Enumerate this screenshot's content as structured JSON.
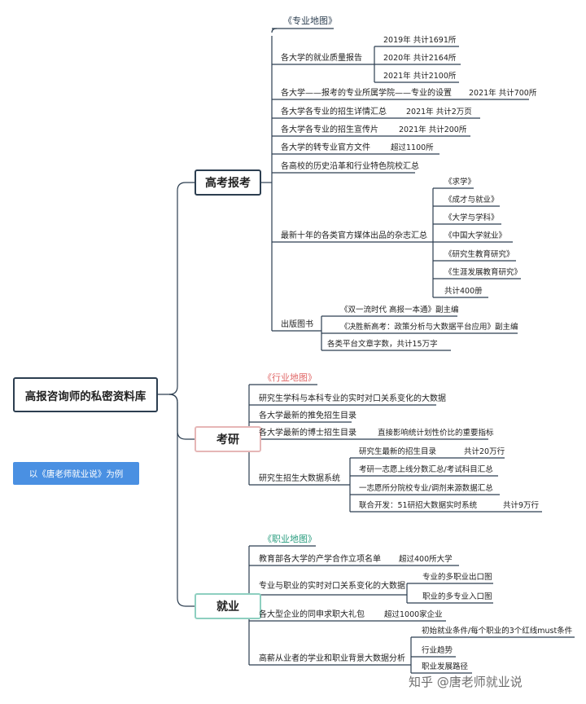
{
  "root": "高报咨询师的私密资料库",
  "note": "以《唐老师就业说》为例",
  "watermark": "知乎 @唐老师就业说",
  "colors": {
    "line": "#2c3e50",
    "gaokao": "#2c3e50",
    "kaoyan": "#e6b6b6",
    "jiuye": "#8ecfc0",
    "note_bg": "#4a90e2"
  },
  "gaokao": {
    "label": "高考报考",
    "map_title": "《专业地图》",
    "employment_report": "各大学的就业质量报告",
    "report_years": [
      "2019年 共计1691所",
      "2020年 共计2164所",
      "2021年 共计2100所"
    ],
    "college_setup": "各大学——报考的专业所属学院——专业的设置",
    "college_setup_count": "2021年 共计700所",
    "admission_details": "各大学各专业的招生详情汇总",
    "admission_details_count": "2021年 共计2万页",
    "brochure": "各大学各专业的招生宣传片",
    "brochure_count": "2021年 共计200所",
    "transfer_docs": "各大学的转专业官方文件",
    "transfer_docs_count": "超过1100所",
    "history": "各高校的历史沿革和行业特色院校汇总",
    "magazines": "最新十年的各类官方媒体出品的杂志汇总",
    "magazine_list": [
      "《求学》",
      "《成才与就业》",
      "《大学与学科》",
      "《中国大学就业》",
      "《研究生教育研究》",
      "《生涯发展教育研究》",
      "共计400册"
    ],
    "publications": "出版图书",
    "book_1": "《双一流时代 高报一本通》副主编",
    "book_2": "《决胜新高考：政策分析与大数据平台应用》副主编",
    "articles": "各类平台文章字数，共计15万字"
  },
  "kaoyan": {
    "label": "考研",
    "map_title": "《行业地图》",
    "realtime": "研究生学科与本科专业的实时对口关系变化的大数据",
    "exempt": "各大学最新的推免招生目录",
    "phd": "各大学最新的博士招生目录",
    "phd_note": "直接影响统计划性价比的重要指标",
    "bigdata": "研究生招生大数据系统",
    "bigdata_items": [
      {
        "text": "研究生最新的招生目录",
        "count": "共计20万行"
      },
      {
        "text": "考研一志愿上线分数汇总/考试科目汇总",
        "count": ""
      },
      {
        "text": "一志愿所分院校专业/调剂来源数据汇总",
        "count": ""
      },
      {
        "text": "联合开发：51研招大数据实时系统",
        "count": "共计9万行"
      }
    ]
  },
  "jiuye": {
    "label": "就业",
    "map_title": "《职业地图》",
    "coop": "教育部各大学的产学合作立项名单",
    "coop_count": "超过400所大学",
    "match": "专业与职业的实时对口关系变化的大数据",
    "match_items": [
      "专业的多职业出口图",
      "职业的多专业入口图"
    ],
    "campus": "各大型企业的同申求职大礼包",
    "campus_count": "超过1000家企业",
    "background": "高薪从业者的学业和职业背景大数据分析",
    "background_items": [
      "初始就业条件/每个职业的3个红线must条件",
      "行业趋势",
      "职业发展路径"
    ]
  }
}
